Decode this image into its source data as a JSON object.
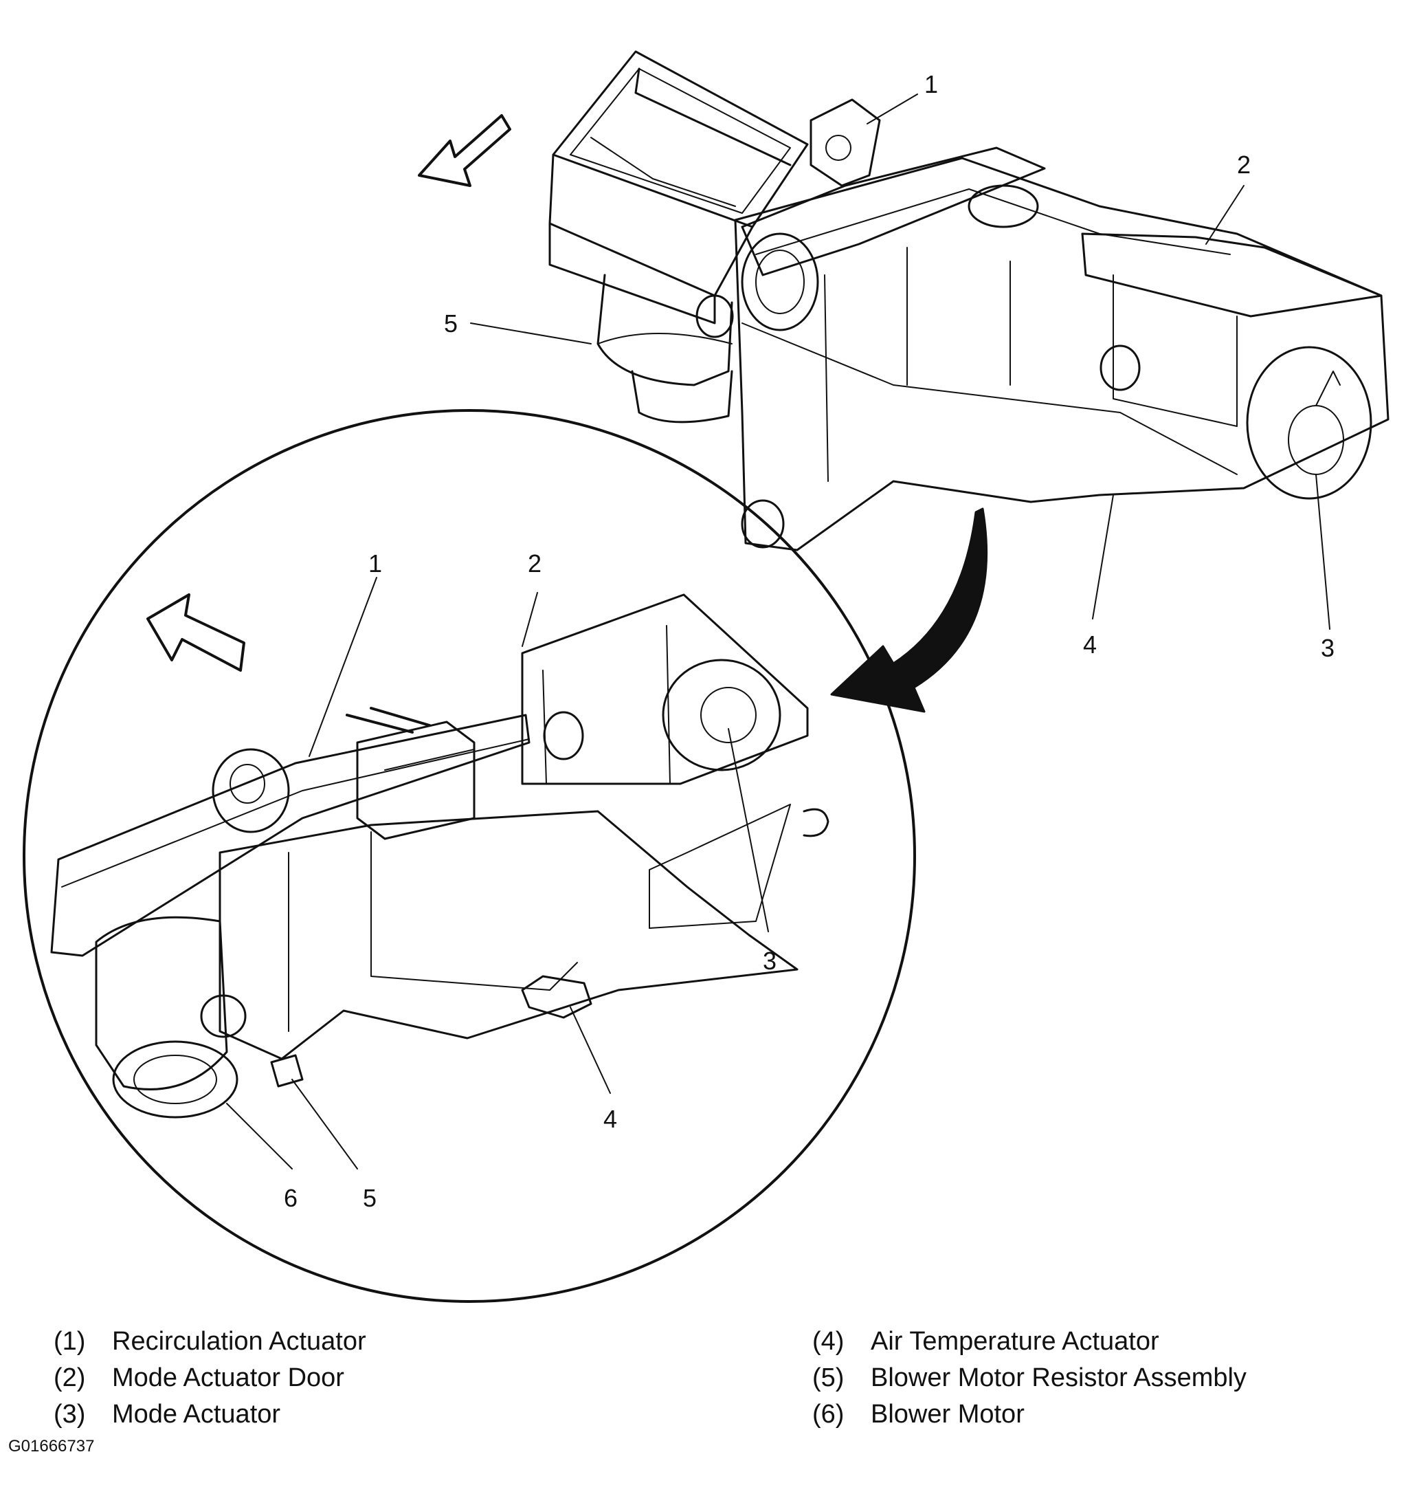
{
  "callouts": {
    "top": [
      "1",
      "2",
      "3",
      "4",
      "5"
    ],
    "inset": [
      "1",
      "2",
      "3",
      "4",
      "5",
      "6"
    ]
  },
  "legend": [
    {
      "num": "(1)",
      "label": "Recirculation Actuator"
    },
    {
      "num": "(2)",
      "label": "Mode Actuator Door"
    },
    {
      "num": "(3)",
      "label": "Mode Actuator"
    },
    {
      "num": "(4)",
      "label": "Air Temperature Actuator"
    },
    {
      "num": "(5)",
      "label": "Blower Motor Resistor Assembly"
    },
    {
      "num": "(6)",
      "label": "Blower Motor"
    }
  ],
  "figure_id": "G01666737"
}
